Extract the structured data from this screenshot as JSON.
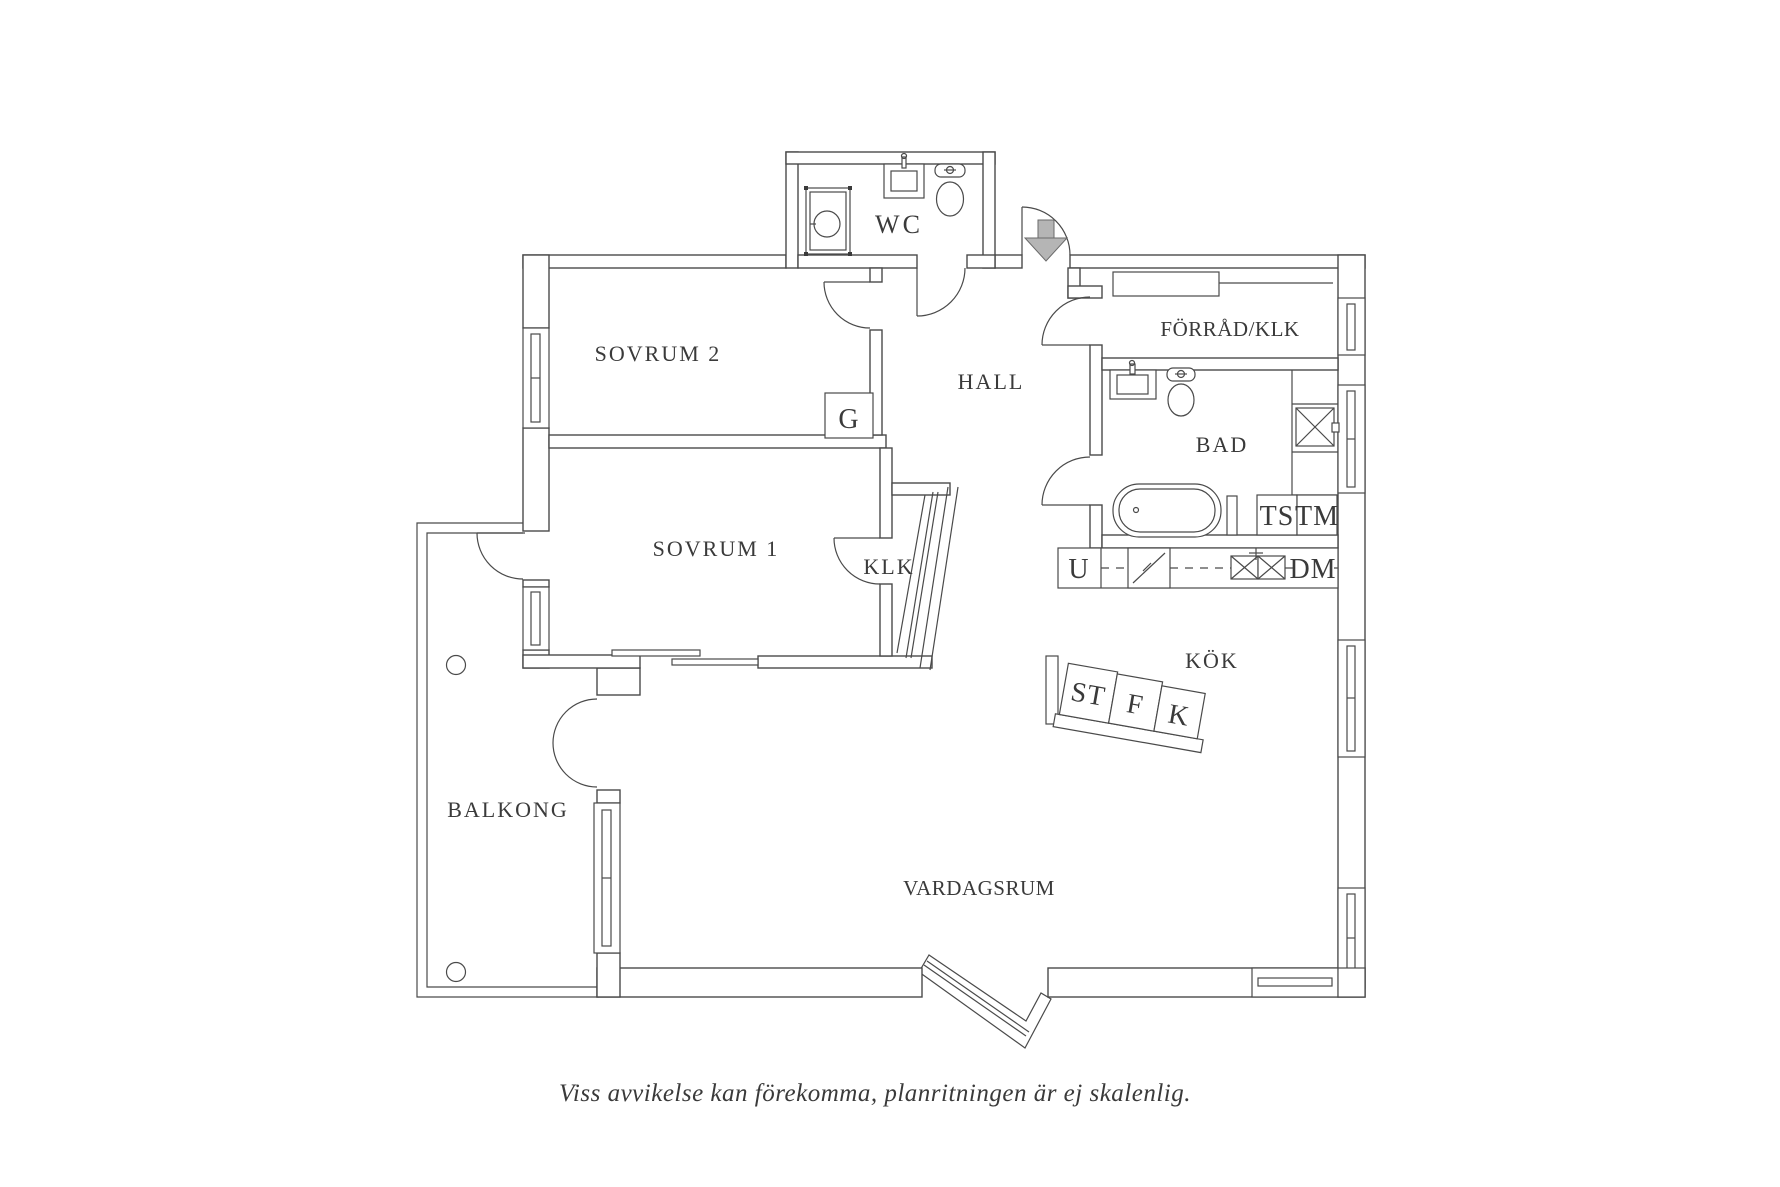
{
  "plan": {
    "rooms": {
      "wc": "WC",
      "sovrum2": "SOVRUM 2",
      "sovrum1": "SOVRUM 1",
      "klk": "KLK",
      "hall": "HALL",
      "forrad_klk": "FÖRRÅD/KLK",
      "bad": "BAD",
      "kok": "KÖK",
      "vardagsrum": "VARDAGSRUM",
      "balkong": "BALKONG"
    },
    "fixtures": {
      "g": "G",
      "ts": "TS",
      "tm": "TM",
      "u": "U",
      "dm": "DM",
      "st": "ST",
      "f": "F",
      "k": "K"
    },
    "colors": {
      "line": "#4a4a4a",
      "wall_fill": "#ffffff",
      "arrow_fill": "#b5b5b5",
      "text": "#3a3a3a",
      "background": "#ffffff"
    },
    "caption": "Viss avvikelse kan förekomma, planritningen är ej skalenlig."
  }
}
